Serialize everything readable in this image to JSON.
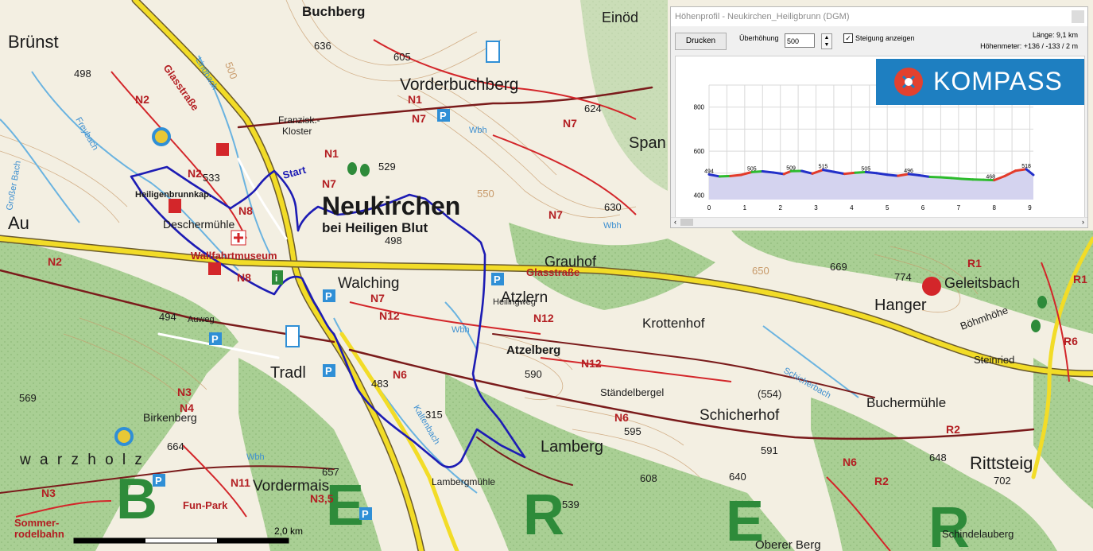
{
  "map": {
    "places": [
      {
        "name": "Buchberg",
        "bold": true
      },
      {
        "name": "Einöd",
        "bold": true
      },
      {
        "name": "Brünst",
        "bold": true
      },
      {
        "name": "Vorderbuchberg",
        "bold": true
      },
      {
        "name": "Franzisk.-\nKloster",
        "bold": false
      },
      {
        "name": "Span",
        "bold": true
      },
      {
        "name": "Neukirchen",
        "bold": true
      },
      {
        "name": "bei Heiligen Blut",
        "bold": true
      },
      {
        "name": "Heiligenbrunnkap.",
        "bold": false
      },
      {
        "name": "Deschermühle",
        "bold": false
      },
      {
        "name": "Wallfahrtmuseum",
        "bold": false
      },
      {
        "name": "Au",
        "bold": true
      },
      {
        "name": "Walching",
        "bold": true
      },
      {
        "name": "Grauhof",
        "bold": true
      },
      {
        "name": "Atzlern",
        "bold": true
      },
      {
        "name": "Atzelberg",
        "bold": false
      },
      {
        "name": "Krottenhof",
        "bold": true
      },
      {
        "name": "Hanger",
        "bold": true
      },
      {
        "name": "Geleitsbach",
        "bold": true
      },
      {
        "name": "Böhmhöhe",
        "bold": false
      },
      {
        "name": "Steinried",
        "bold": false
      },
      {
        "name": "Tradl",
        "bold": true
      },
      {
        "name": "Auweg",
        "bold": false
      },
      {
        "name": "Ständelbergel",
        "bold": false
      },
      {
        "name": "Schicherhof",
        "bold": true
      },
      {
        "name": "Buchermühle",
        "bold": true
      },
      {
        "name": "Birkenberg",
        "bold": false
      },
      {
        "name": "Lamberg",
        "bold": true
      },
      {
        "name": "Lambergmühle",
        "bold": false
      },
      {
        "name": "Rittsteig",
        "bold": true
      },
      {
        "name": "Vordermais",
        "bold": true
      },
      {
        "name": "Fun-Park",
        "bold": false
      },
      {
        "name": "Sommer-\nrodelbahn",
        "bold": false
      },
      {
        "name": "Oberer Berg",
        "bold": false
      },
      {
        "name": "Schindelauberg",
        "bold": false
      },
      {
        "name": "w a r z h o l z",
        "bold": false
      },
      {
        "name": "Start",
        "bold": true
      }
    ],
    "elevations": [
      "636",
      "605",
      "624",
      "498",
      "533",
      "529",
      "550",
      "630",
      "498",
      "650",
      "669",
      "774",
      "494",
      "569",
      "483",
      "590",
      "315",
      "595",
      "(554)",
      "591",
      "648",
      "702",
      "664",
      "657",
      "539",
      "608",
      "640",
      "500"
    ],
    "streets": [
      "Glasstraße",
      "Glasstraße",
      "Heilingweg"
    ],
    "waters": [
      "Freybach",
      "Lindbach",
      "Großer Bach",
      "Wbh",
      "Wbh",
      "Wbh",
      "Wbh",
      "Schicherbach",
      "Kaltenbach"
    ],
    "route_codes": [
      "N1",
      "N1",
      "N2",
      "N2",
      "N2",
      "N7",
      "N7",
      "N7",
      "N7",
      "N7",
      "N8",
      "N8",
      "N12",
      "N12",
      "N12",
      "N6",
      "N6",
      "N3",
      "N4",
      "N11",
      "N3",
      "N3,5",
      "R1",
      "R1",
      "R2",
      "R2",
      "R6",
      "N6"
    ],
    "zone_letters": [
      "B",
      "E",
      "R",
      "E",
      "R"
    ],
    "scale_label": "2,0 km"
  },
  "panel": {
    "title": "Höhenprofil - Neukirchen_Heiligbrunn (DGM)",
    "print_button": "Drucken",
    "exaggeration_label": "Überhöhung",
    "exaggeration_value": "500",
    "show_slope_label": "Steigung anzeigen",
    "show_slope_checked": "✓",
    "length_text": "Länge: 9,1 km",
    "elevation_text": "Höhenmeter: +136 / -133 / 2 m",
    "logo_text": "KOMPASS",
    "scroll_left": "‹",
    "scroll_right": "›"
  },
  "chart_data": {
    "type": "area",
    "title": "",
    "xlabel": "",
    "ylabel": "",
    "xlim": [
      0,
      9.1
    ],
    "ylim": [
      380,
      900
    ],
    "x_ticks": [
      "0",
      "1",
      "2",
      "3",
      "4",
      "5",
      "6",
      "7",
      "8",
      "9"
    ],
    "y_ticks": [
      "400",
      "600",
      "800"
    ],
    "grid": true,
    "x": [
      0,
      0.3,
      0.6,
      0.9,
      1.2,
      1.5,
      1.8,
      2.1,
      2.3,
      2.6,
      2.9,
      3.2,
      3.5,
      3.8,
      4.1,
      4.4,
      4.7,
      5.0,
      5.3,
      5.6,
      5.9,
      6.2,
      6.5,
      6.8,
      7.1,
      7.4,
      7.7,
      8.0,
      8.3,
      8.6,
      8.9,
      9.1
    ],
    "y": [
      494,
      485,
      487,
      492,
      505,
      508,
      503,
      496,
      509,
      510,
      498,
      515,
      506,
      497,
      502,
      505,
      500,
      493,
      488,
      496,
      490,
      483,
      481,
      478,
      474,
      471,
      470,
      468,
      487,
      511,
      518,
      492
    ],
    "point_labels": [
      {
        "x": 0.0,
        "y": 494,
        "text": "494"
      },
      {
        "x": 1.2,
        "y": 505,
        "text": "505"
      },
      {
        "x": 2.3,
        "y": 509,
        "text": "509"
      },
      {
        "x": 3.2,
        "y": 515,
        "text": "515"
      },
      {
        "x": 4.4,
        "y": 505,
        "text": "505"
      },
      {
        "x": 5.6,
        "y": 496,
        "text": "496"
      },
      {
        "x": 7.9,
        "y": 468,
        "text": "468"
      },
      {
        "x": 8.9,
        "y": 518,
        "text": "518"
      }
    ],
    "fill_color": "#d4d3ef",
    "slope_colors": [
      "#2dbb2d",
      "#e33b2b",
      "#2330c9"
    ]
  }
}
